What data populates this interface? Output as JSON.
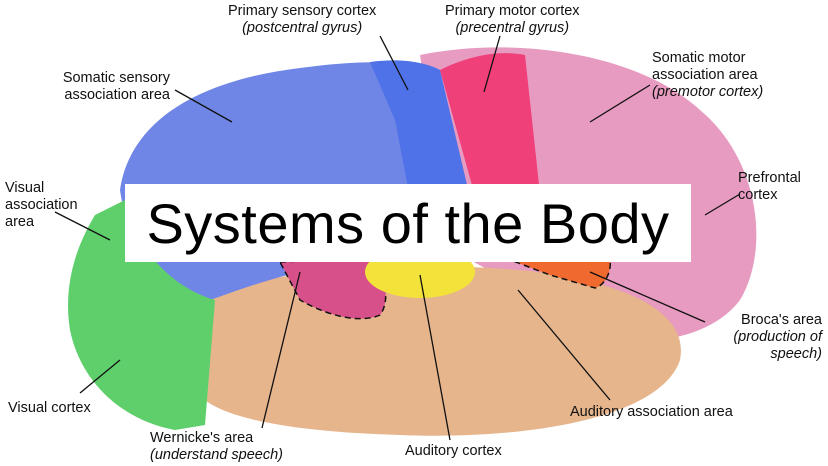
{
  "title": "Systems of the Body",
  "labels": {
    "primary_sensory": {
      "line1": "Primary sensory cortex",
      "line2": "(postcentral gyrus)"
    },
    "primary_motor": {
      "line1": "Primary motor cortex",
      "line2": "(precentral gyrus)"
    },
    "somatic_sensory_assoc": {
      "line1": "Somatic sensory",
      "line2": "association area"
    },
    "somatic_motor_assoc": {
      "line1": "Somatic motor",
      "line2": "association area",
      "line3": "(premotor cortex)"
    },
    "prefrontal": {
      "line1": "Prefrontal",
      "line2": "cortex"
    },
    "visual_assoc": {
      "line1": "Visual",
      "line2": "association",
      "line3": "area"
    },
    "broca": {
      "line1": "Broca's area",
      "line2": "(production of",
      "line3": "speech)"
    },
    "visual_cortex": {
      "line1": "Visual cortex"
    },
    "wernicke": {
      "line1": "Wernicke's area",
      "line2": "(understand speech)"
    },
    "auditory_cortex": {
      "line1": "Auditory cortex"
    },
    "auditory_assoc": {
      "line1": "Auditory association area"
    }
  },
  "colors": {
    "sensory": "#6f86e6",
    "sensory_strip": "#4f72e8",
    "motor_strip": "#f0407a",
    "frontal": "#e79bc0",
    "temporal": "#e6b58c",
    "occipital": "#5fcf6c",
    "auditory": "#f2e23a",
    "wernicke": "#d8508a",
    "broca": "#f06a30"
  }
}
